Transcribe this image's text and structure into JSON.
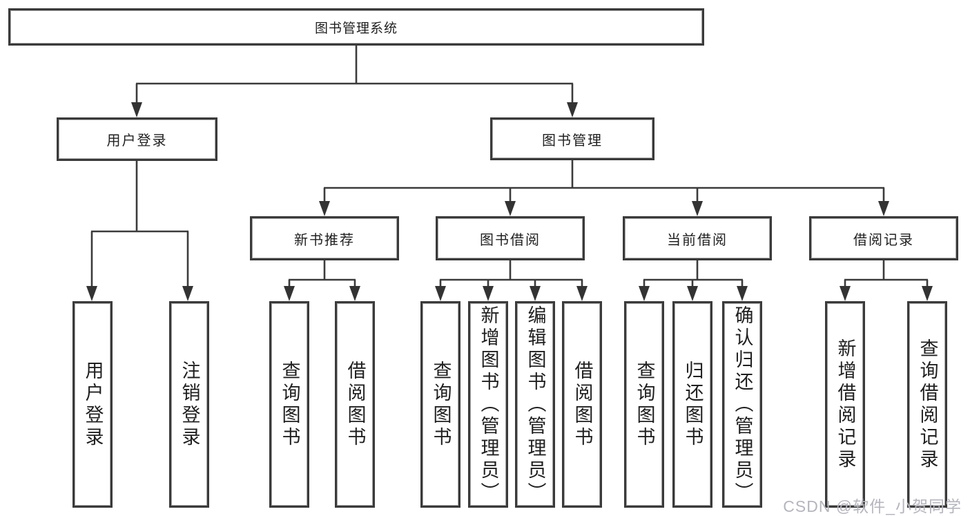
{
  "diagram": {
    "title": "图书管理系统",
    "branches": [
      {
        "label": "用户登录",
        "children": [
          "用户登录",
          "注销登录"
        ]
      },
      {
        "label": "图书管理",
        "modules": [
          {
            "label": "新书推荐",
            "children": [
              "查询图书",
              "借阅图书"
            ]
          },
          {
            "label": "图书借阅",
            "children": [
              "查询图书",
              "新增图书（管理员）",
              "编辑图书（管理员）",
              "借阅图书"
            ]
          },
          {
            "label": "当前借阅",
            "children": [
              "查询图书",
              "归还图书",
              "确认归还（管理员）"
            ]
          },
          {
            "label": "借阅记录",
            "children": [
              "新增借阅记录",
              "查询借阅记录"
            ]
          }
        ]
      }
    ]
  },
  "watermark": {
    "text": "CSDN @软件_小贺同学",
    "color": "#b5b5be"
  },
  "colors": {
    "line": "#3b3b3b",
    "arrow": "#333333",
    "box_border": "#3a3a3a",
    "text": "#1f1f1f",
    "background": "#ffffff"
  }
}
